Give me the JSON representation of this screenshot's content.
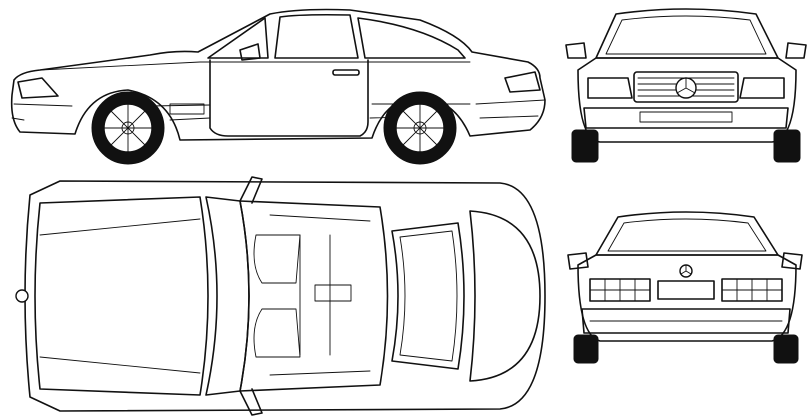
{
  "drawing": {
    "views": [
      {
        "id": "side",
        "label": ""
      },
      {
        "id": "front",
        "label": ""
      },
      {
        "id": "top",
        "label": ""
      },
      {
        "id": "rear",
        "label": ""
      }
    ],
    "icons": {
      "brand_emblem": "three-pointed-star-icon",
      "wheel": "wheel-icon"
    },
    "colors": {
      "line": "#111111",
      "background": "#ffffff"
    }
  }
}
